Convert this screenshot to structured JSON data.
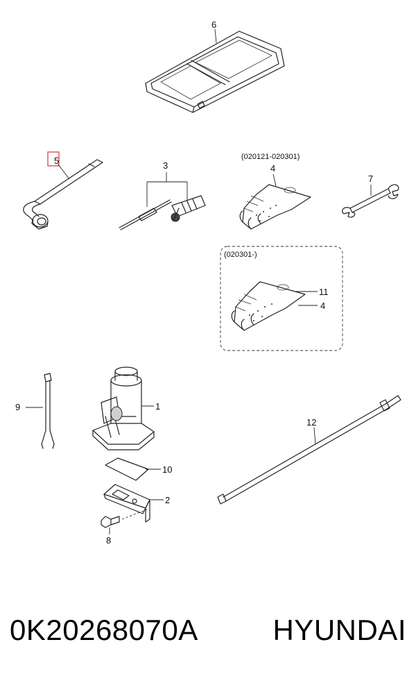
{
  "callouts": {
    "c1": "1",
    "c2": "2",
    "c3": "3",
    "c4a": "4",
    "c4b": "4",
    "c5": "5",
    "c6": "6",
    "c7": "7",
    "c8": "8",
    "c9": "9",
    "c10": "10",
    "c11": "11",
    "c12": "12"
  },
  "notes": {
    "range_gloves_old": "(020121-020301)",
    "range_gloves_new": "(020301-)"
  },
  "footer": {
    "part_number": "0K20268070A",
    "brand": "HYUNDAI"
  },
  "highlight_color": "#d9534f"
}
